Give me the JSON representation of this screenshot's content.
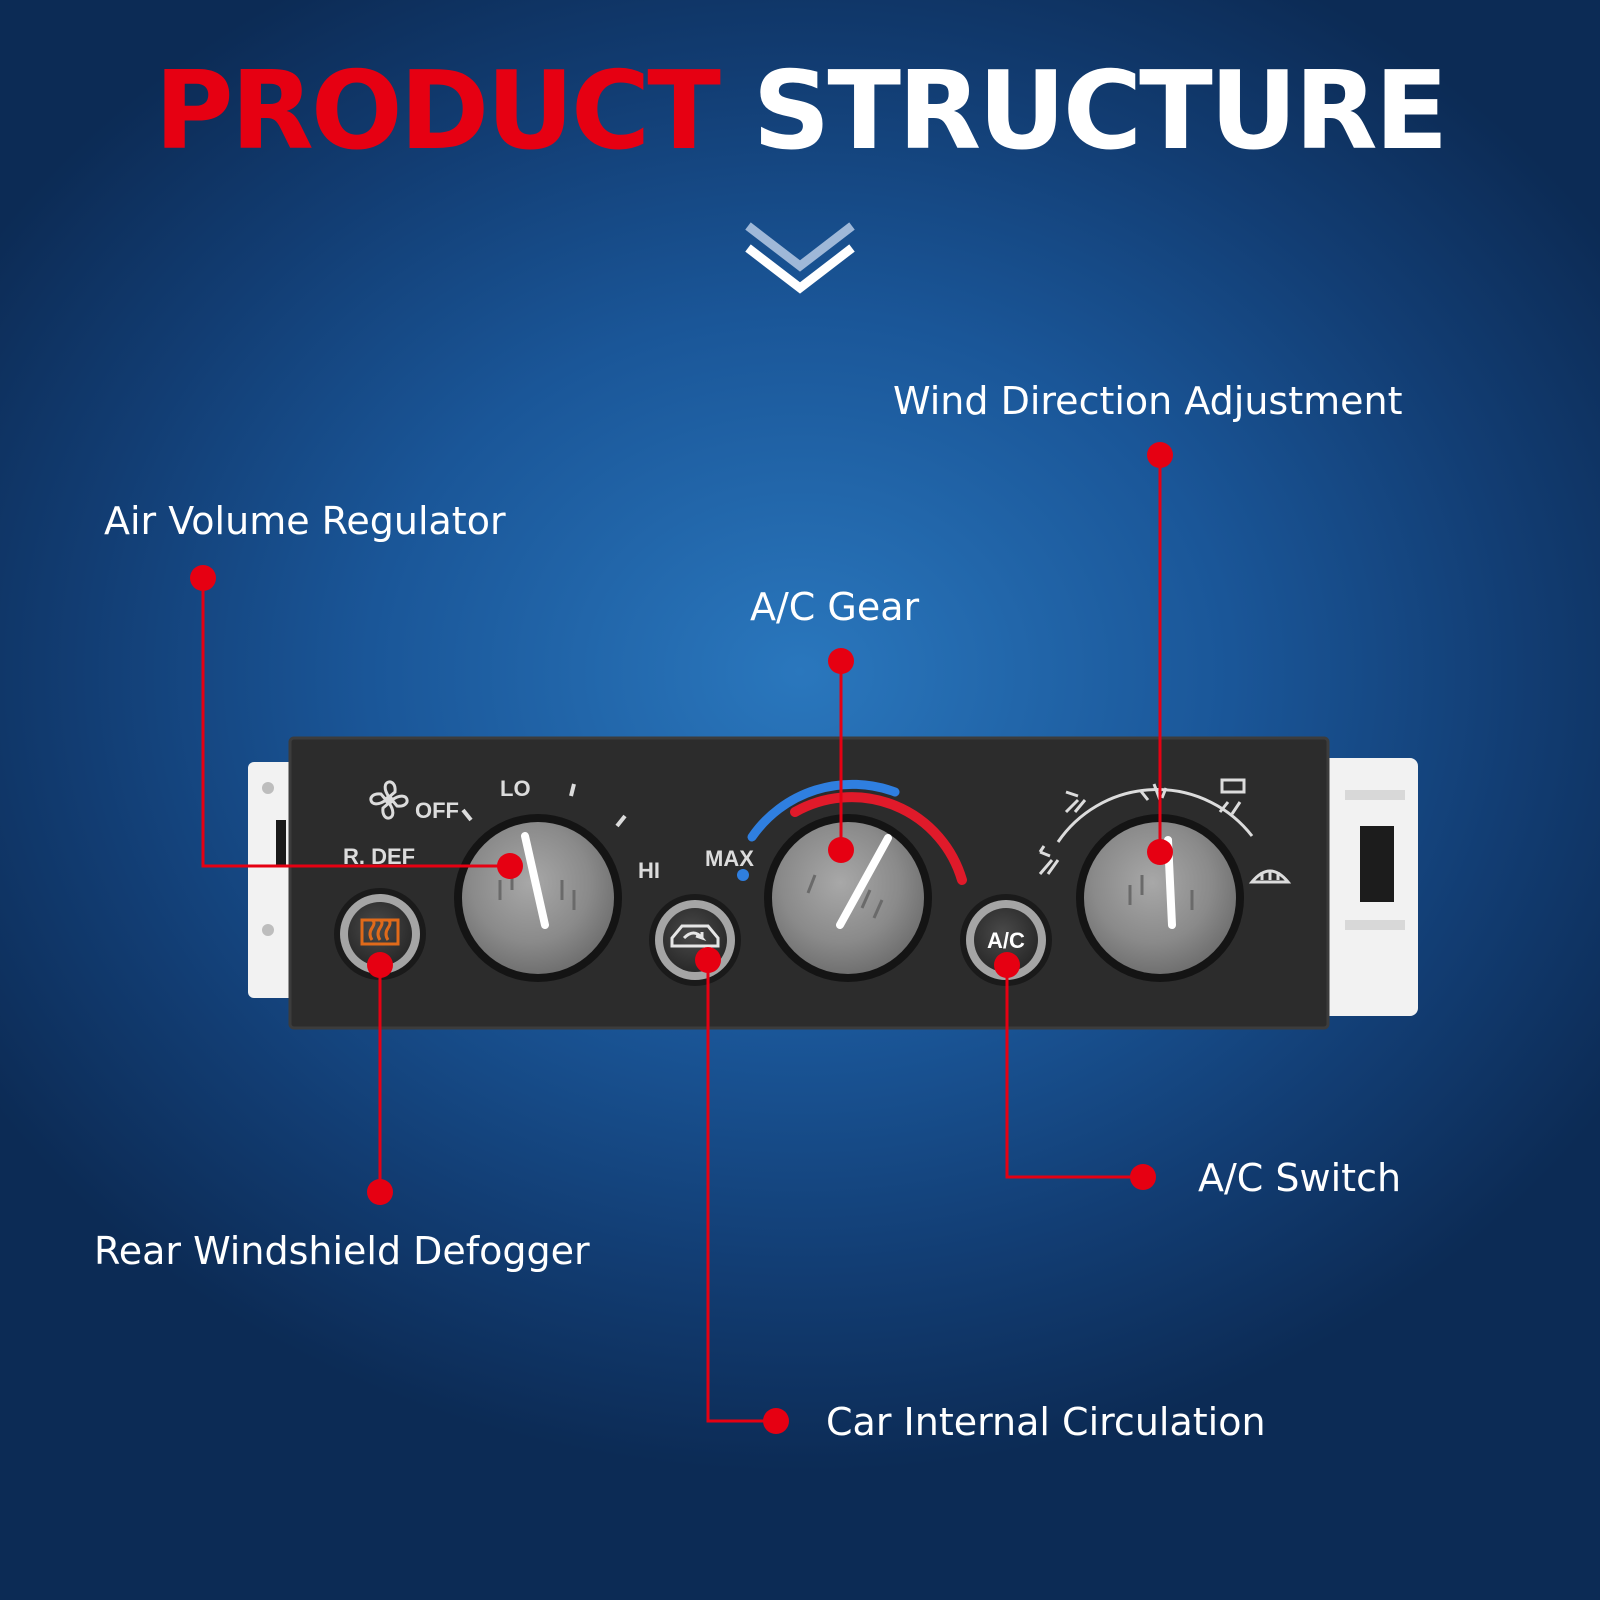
{
  "title": {
    "part1": "PRODUCT",
    "part2": "STRUCTURE",
    "part1_color": "#e60012",
    "part2_color": "#ffffff"
  },
  "colors": {
    "callout": "#e60012",
    "panel": "#2c2c2c",
    "bracket": "#f2f2f2",
    "knob": "#8e8e8e",
    "cold": "#2f7fe0",
    "hot": "#e01a2a",
    "defogger_icon": "#e06a1a"
  },
  "callouts": {
    "wind_direction": "Wind Direction Adjustment",
    "air_volume": "Air Volume Regulator",
    "ac_gear": "A/C Gear",
    "ac_switch": "A/C Switch",
    "rear_defogger": "Rear Windshield Defogger",
    "internal_circulation": "Car Internal Circulation"
  },
  "panel_labels": {
    "off": "OFF",
    "lo": "LO",
    "hi": "HI",
    "max": "MAX",
    "r_def": "R. DEF",
    "ac_button": "A/C"
  },
  "icons": [
    "chevron-down-icon",
    "fan-icon",
    "rear-defrost-icon",
    "recirculation-icon",
    "vent-mode-icon",
    "bilevel-mode-icon",
    "floor-mode-icon",
    "defrost-floor-icon",
    "front-defrost-icon"
  ]
}
